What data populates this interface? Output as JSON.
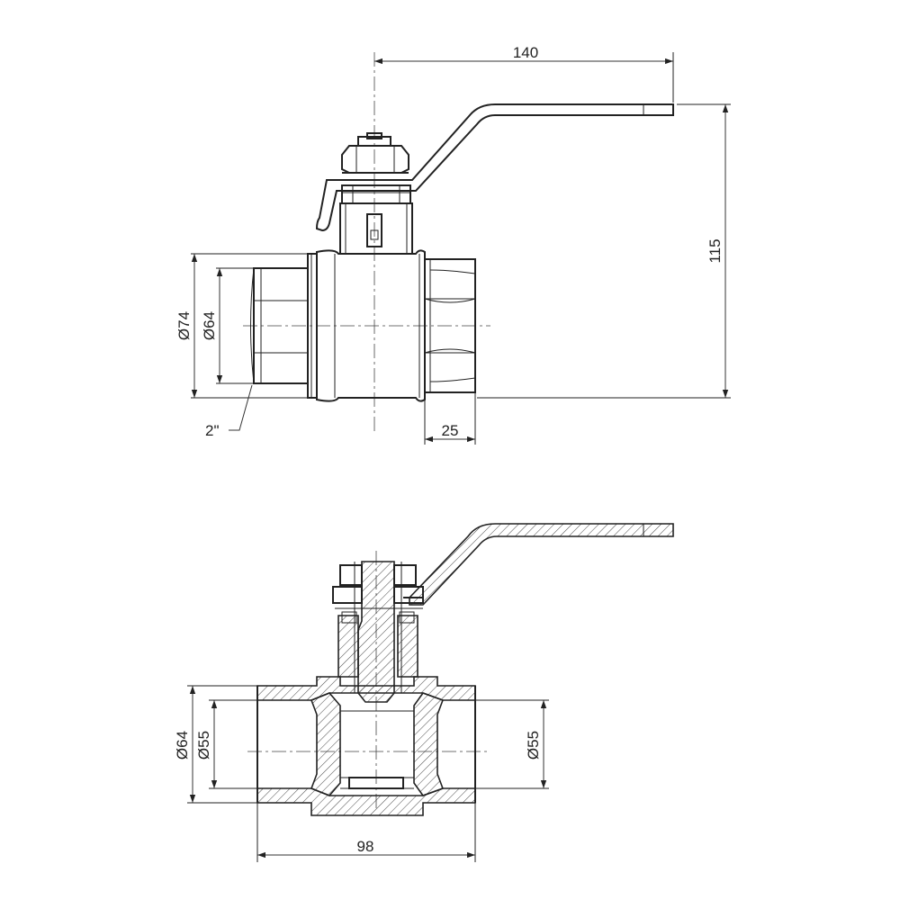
{
  "top_view": {
    "dim_handle_length": "140",
    "dim_height": "115",
    "dim_outer_dia": "Ø74",
    "dim_hex_dia": "Ø64",
    "dim_thread": "2\"",
    "dim_thread_length": "25"
  },
  "section_view": {
    "dim_outer_dia": "Ø64",
    "dim_bore_left": "Ø55",
    "dim_bore_right": "Ø55",
    "dim_body_length": "98"
  }
}
